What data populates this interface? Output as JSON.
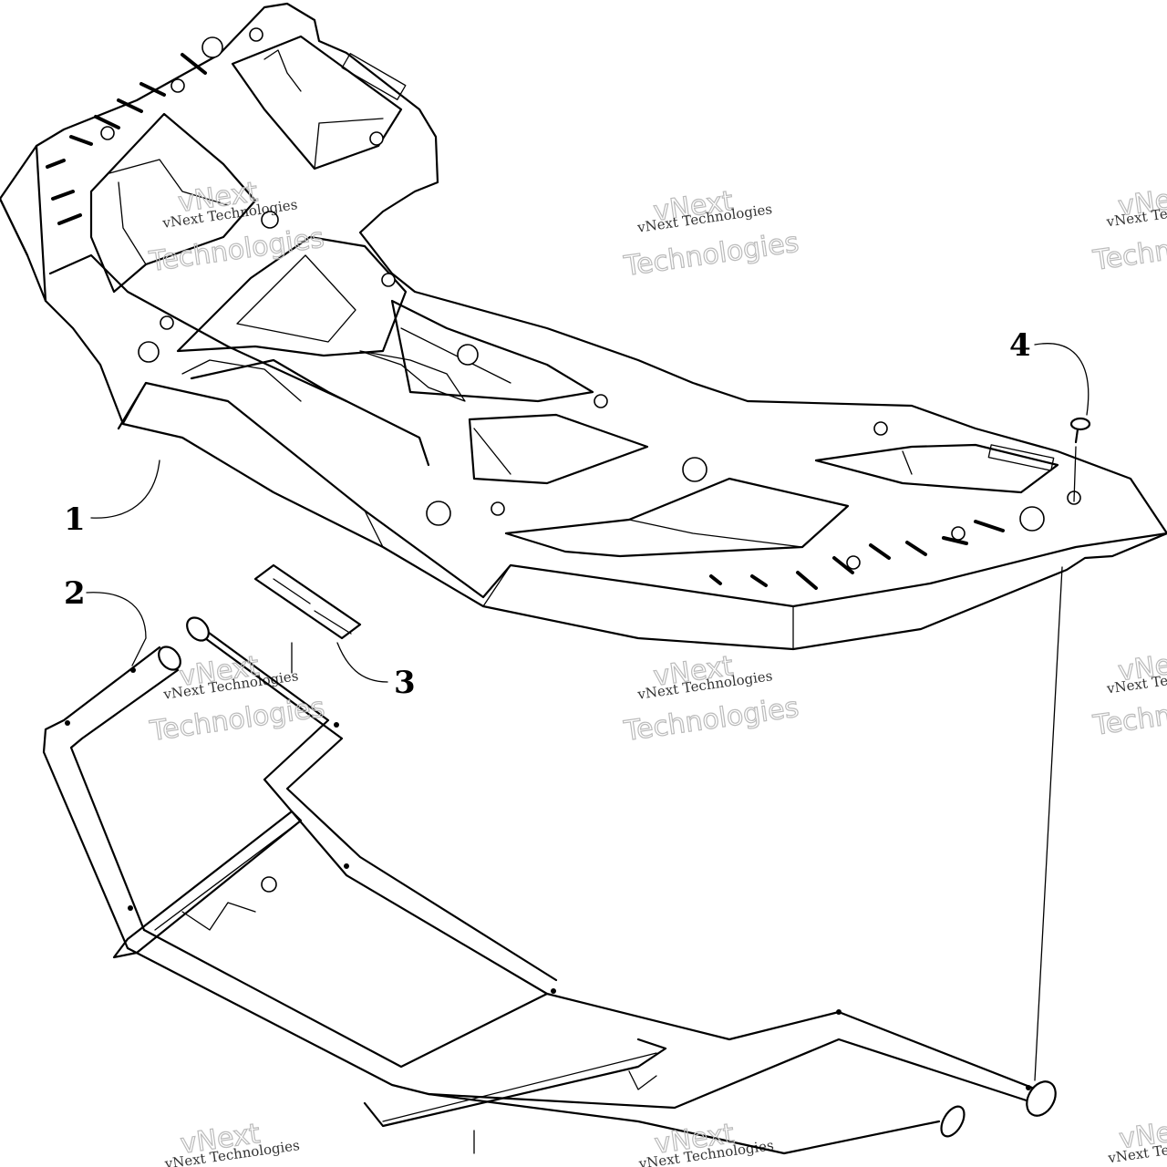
{
  "callouts": [
    {
      "label": "1"
    },
    {
      "label": "2"
    },
    {
      "label": "3"
    },
    {
      "label": "4"
    }
  ],
  "watermark": {
    "line1": "vNext Technologies",
    "line2": "vNext",
    "line3": "Technologies"
  }
}
